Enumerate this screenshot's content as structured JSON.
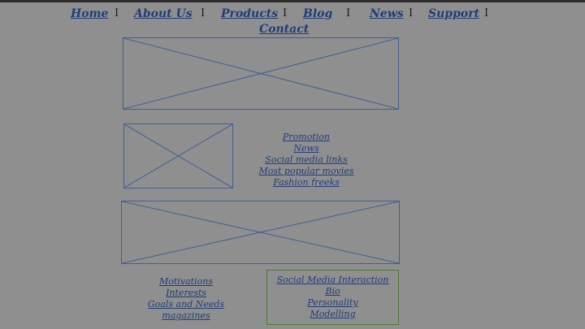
{
  "nav": {
    "home": "Home",
    "about": "About Us",
    "products": "Products",
    "blog": "Blog",
    "news": "News",
    "support": "Support",
    "contact": "Contact",
    "separator": "I"
  },
  "promo_links": [
    "Promotion",
    "News",
    "Social media links",
    "Most popular movies",
    "Fashion freeks"
  ],
  "bottom_left_links": [
    "Motivations",
    "Interests",
    "Goals and Needs",
    "magazines"
  ],
  "bottom_right_links": [
    "Social Media Interaction",
    "Bio",
    "Personality",
    "Modelling"
  ],
  "colors": {
    "background": "#8f8f8f",
    "link": "#1e3d7a",
    "placeholder_line": "#3e5f96",
    "box_border": "#4e7a35"
  }
}
